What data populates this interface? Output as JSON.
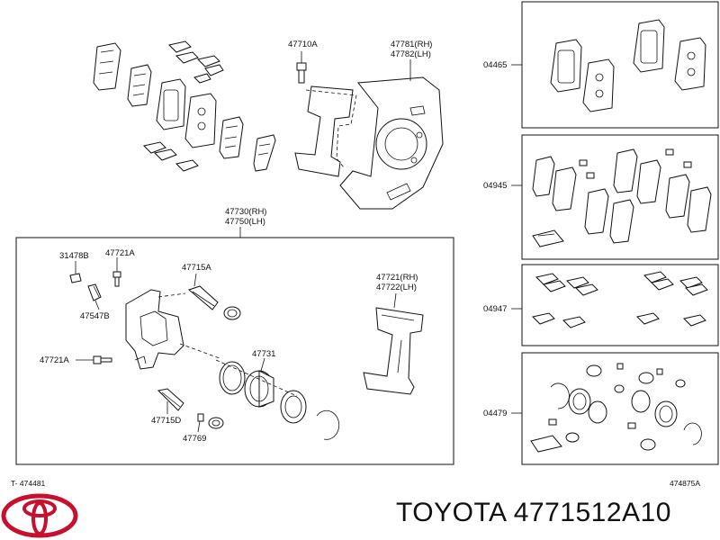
{
  "labels": {
    "pn_47710A": "47710A",
    "pn_47781": "47781(RH)",
    "pn_47782": "47782(LH)",
    "pn_47730": "47730(RH)",
    "pn_47750": "47750(LH)",
    "pn_31478B": "31478B",
    "pn_47721A_top": "47721A",
    "pn_47715A": "47715A",
    "pn_47547B": "47547B",
    "pn_47721A_left": "47721A",
    "pn_47731": "47731",
    "pn_47721": "47721(RH)",
    "pn_47722": "47722(LH)",
    "pn_47715D": "47715D",
    "pn_47769": "47769",
    "kit_04465": "04465",
    "kit_04945": "04945",
    "kit_04947": "04947",
    "kit_04479": "04479",
    "ref_left": "T- 474481",
    "ref_right": "474875A"
  },
  "brand": {
    "logo_icon": "toyota-logo-icon",
    "logo_color": "#c8102e",
    "part_text": "TOYOTA 4771512A10"
  }
}
